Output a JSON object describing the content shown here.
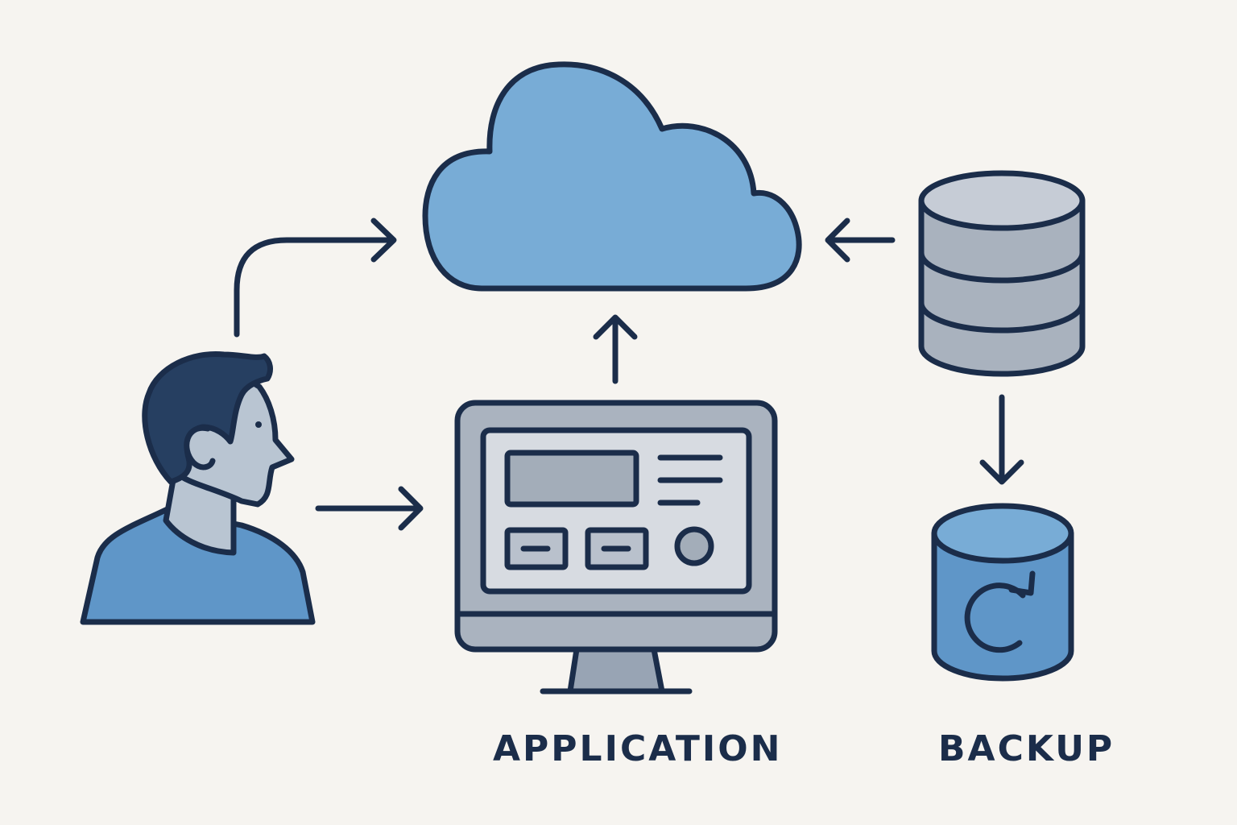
{
  "labels": {
    "application": "APPLICATION",
    "backup": "BACKUP"
  },
  "nodes": [
    {
      "id": "user",
      "icon": "user-icon"
    },
    {
      "id": "cloud",
      "icon": "cloud-icon"
    },
    {
      "id": "application",
      "icon": "desktop-monitor-icon"
    },
    {
      "id": "database",
      "icon": "database-icon"
    },
    {
      "id": "backup",
      "icon": "backup-database-icon"
    }
  ],
  "edges": [
    {
      "from": "user",
      "to": "cloud"
    },
    {
      "from": "user",
      "to": "application"
    },
    {
      "from": "application",
      "to": "cloud"
    },
    {
      "from": "database",
      "to": "cloud"
    },
    {
      "from": "database",
      "to": "backup"
    }
  ],
  "colors": {
    "background": "#f6f4f0",
    "outline": "#1b2d4a",
    "cloud_fill": "#78acd6",
    "shirt_fill": "#5f96c8",
    "hair_fill": "#263f61",
    "skin_fill": "#b9c5d2",
    "monitor_frame": "#aab3bf",
    "monitor_screen": "#d7dbe1",
    "screen_widget": "#a3adb9",
    "database_top": "#c6ccd6",
    "database_body": "#a9b2be",
    "backup_top": "#78acd6",
    "backup_body": "#5f96c8",
    "text": "#1b2d4a"
  }
}
